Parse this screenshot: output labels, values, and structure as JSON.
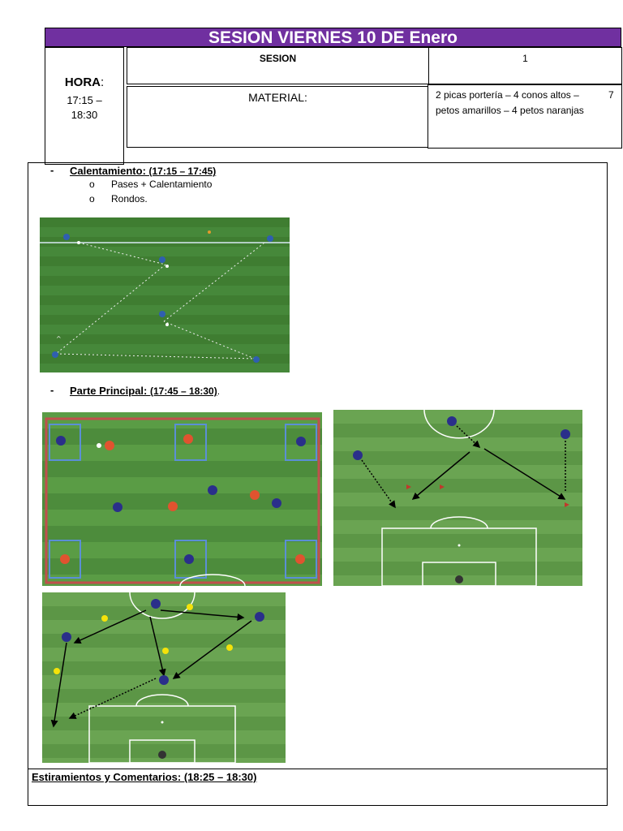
{
  "header": {
    "title": "SESION VIERNES 10 DE Enero",
    "hora_label": "HORA",
    "hora_colon": ":",
    "hora_time_line1": "17:15 –",
    "hora_time_line2": "18:30",
    "sesion_label": "SESION",
    "sesion_value": "1",
    "material_label": "MATERIAL:",
    "material_line1": "2 picas portería  – 4 conos altos –",
    "material_count": "7",
    "material_line2": "petos amarillos – 4 petos naranjas"
  },
  "sections": {
    "warmup": {
      "dash": "-",
      "title": "Calentamiento: ",
      "time": "(17:15 – 17:45)",
      "bullet": "o",
      "items": [
        "Pases + Calentamiento",
        "Rondos."
      ]
    },
    "main": {
      "dash": "-",
      "title": "Parte Principal: ",
      "time": "(17:45 – 18:30)",
      "suffix": "."
    },
    "stretch": {
      "title": "Estiramientos y Comentarios: (18:25 – 18:30)"
    }
  },
  "colors": {
    "title_bg": "#7030a0",
    "pitch_dark": "#3e7a2e",
    "pitch_light": "#5a9a43",
    "team_blue": "#2a2f8a",
    "team_orange": "#e0532f",
    "zone_blue": "#5b8fd6",
    "boundary_red": "#c0504d",
    "cone_yellow": "#f4e20a"
  }
}
